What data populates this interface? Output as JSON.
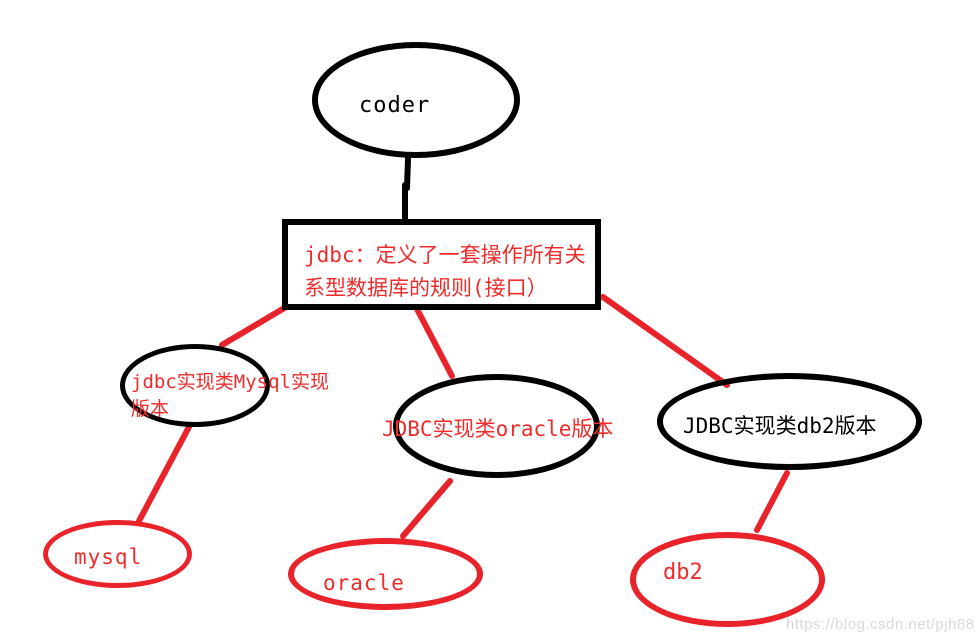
{
  "colors": {
    "outline_black": "#000000",
    "stroke_red": "#e8232a",
    "text_red": "#f02b2b",
    "watermark_gray": "#d9d9d9"
  },
  "nodes": {
    "coder": {
      "label": "coder"
    },
    "jdbc_rule": {
      "line1": "jdbc：定义了一套操作所有关",
      "line2": "系型数据库的规则(接口）"
    },
    "impl_mysql": {
      "line1": "jdbc实现类Mysql实现",
      "line2": "版本"
    },
    "impl_oracle": {
      "label": "JDBC实现类oracle版本"
    },
    "impl_db2": {
      "label": "JDBC实现类db2版本"
    },
    "db_mysql": {
      "label": "mysql"
    },
    "db_oracle": {
      "label": "oracle"
    },
    "db_db2": {
      "label": "db2"
    }
  },
  "edges": [
    {
      "from": "coder",
      "to": "jdbc_rule",
      "color": "black"
    },
    {
      "from": "jdbc_rule",
      "to": "impl_mysql",
      "color": "red"
    },
    {
      "from": "jdbc_rule",
      "to": "impl_oracle",
      "color": "red"
    },
    {
      "from": "jdbc_rule",
      "to": "impl_db2",
      "color": "red"
    },
    {
      "from": "impl_mysql",
      "to": "db_mysql",
      "color": "red"
    },
    {
      "from": "impl_oracle",
      "to": "db_oracle",
      "color": "red"
    },
    {
      "from": "impl_db2",
      "to": "db_db2",
      "color": "red"
    }
  ],
  "watermark": {
    "text": "https://blog.csdn.net/pjh88"
  }
}
